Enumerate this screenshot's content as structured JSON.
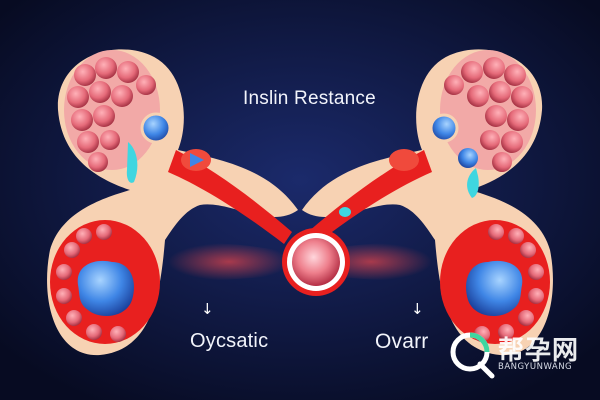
{
  "title": "Inslin Restance",
  "labels": {
    "left": "Oycsatic",
    "right": "Ovarr"
  },
  "arrows": {
    "left": "↓",
    "right": "↓"
  },
  "watermark": {
    "brand_cn": "帮孕网",
    "brand_en": "BANGYUNWANG"
  },
  "colors": {
    "background": "#0c1233",
    "tissue": "#f7d2b3",
    "cavity": "#e8201f",
    "follicle": "#e56a79",
    "nucleus_blue": "#3f86e6",
    "accent_cyan": "#3fd6e0"
  }
}
